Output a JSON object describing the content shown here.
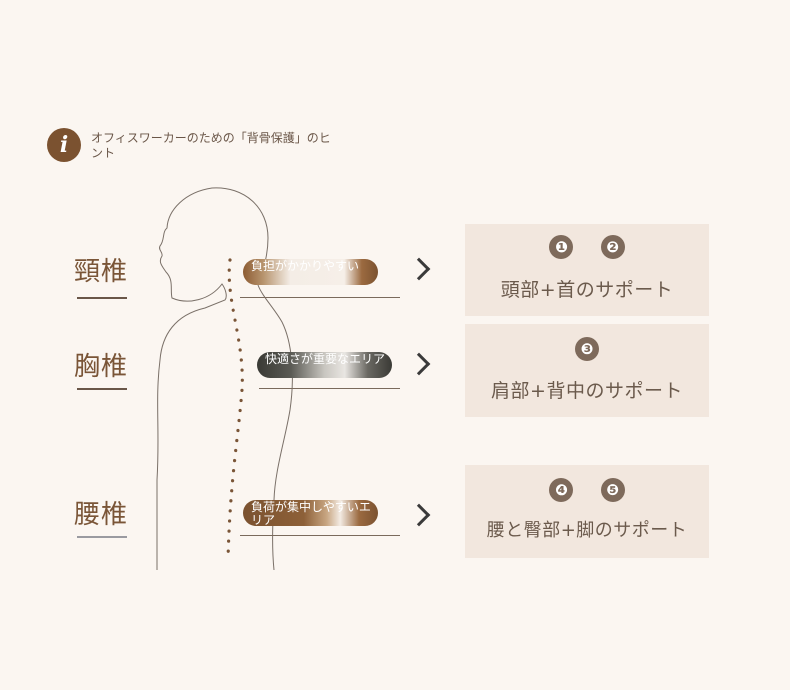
{
  "header": {
    "icon": "info-icon",
    "text": "オフィスワーカーのための「背骨保護」のヒント"
  },
  "regions": [
    {
      "label": "頸椎",
      "pill_text": "負担がかかりやすい",
      "card_numbers": [
        "❶",
        "❷"
      ],
      "card_label": "頭部+首のサポート"
    },
    {
      "label": "胸椎",
      "pill_text": "快適さが重要なエリア",
      "card_numbers": [
        "❸"
      ],
      "card_label": "肩部+背中のサポート"
    },
    {
      "label": "腰椎",
      "pill_text": "負荷が集中しやすいエリア",
      "card_numbers": [
        "❹",
        "❺"
      ],
      "card_label": "腰と臀部+脚のサポート"
    }
  ],
  "colors": {
    "background": "#fbf6f1",
    "accent_brown": "#7b5230",
    "card_bg": "#f2e7de",
    "badge": "#7e6a5b"
  }
}
